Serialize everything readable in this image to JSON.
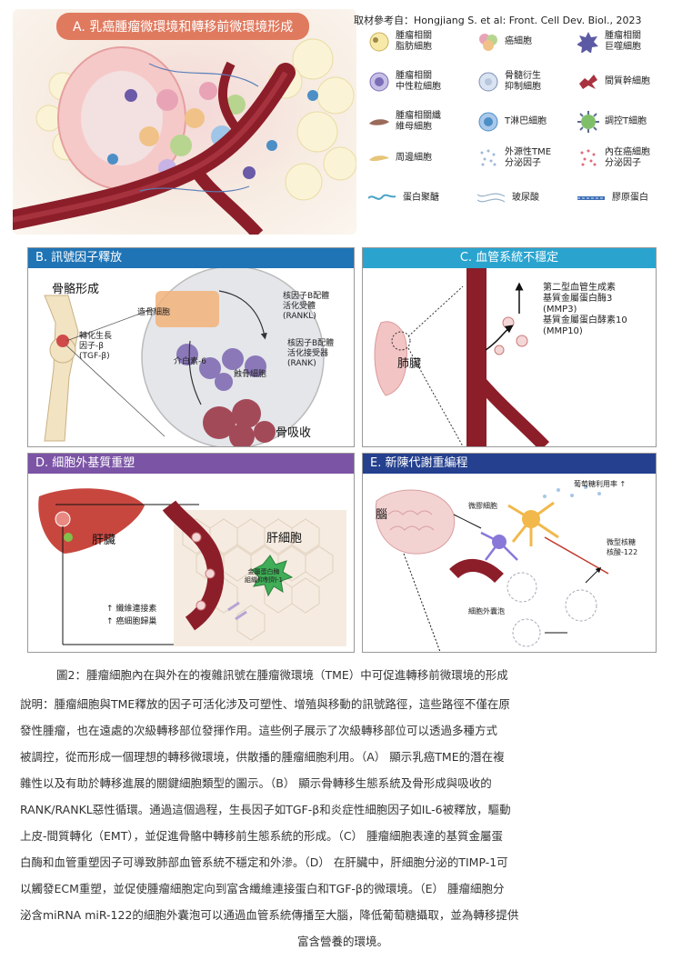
{
  "panelA": {
    "title": "A. 乳癌腫瘤微環境和轉移前微環境形成",
    "reference": "取材參考自：Hongjiang S. et al: Front. Cell Dev. Biol., 2023",
    "legend": [
      {
        "label": "腫瘤相關\n脂肪細胞",
        "icon": "adipocyte-icon"
      },
      {
        "label": "癌細胞",
        "icon": "cancer-cell-icon"
      },
      {
        "label": "腫瘤相關\n巨噬細胞",
        "icon": "macrophage-icon"
      },
      {
        "label": "腫瘤相關\n中性粒細胞",
        "icon": "neutrophil-icon"
      },
      {
        "label": "骨髓衍生\n抑制細胞",
        "icon": "mdsc-icon"
      },
      {
        "label": "間質幹細胞",
        "icon": "mesenchymal-stem-cell-icon"
      },
      {
        "label": "腫瘤相關纖\n維母細胞",
        "icon": "fibroblast-icon"
      },
      {
        "label": "T淋巴細胞",
        "icon": "t-cell-icon"
      },
      {
        "label": "調控T細胞",
        "icon": "treg-icon"
      },
      {
        "label": "周邊細胞",
        "icon": "pericyte-icon"
      },
      {
        "label": "外源性TME\n分泌因子",
        "icon": "exogenous-factor-icon"
      },
      {
        "label": "內在癌細胞\n分泌因子",
        "icon": "intrinsic-factor-icon"
      },
      {
        "label": "蛋白聚醣",
        "icon": "proteoglycan-icon"
      },
      {
        "label": "玻尿酸",
        "icon": "hyaluronic-acid-icon"
      },
      {
        "label": "膠原蛋白",
        "icon": "collagen-icon"
      }
    ]
  },
  "panelB": {
    "title": "B. 訊號因子釋放",
    "bone_formation": "骨骼形成",
    "bone_resorption": "骨吸收",
    "tgf": "轉化生長\n因子-β\n(TGF-β)",
    "osteoblast": "造骨細胞",
    "rankl": "核因子B配體\n活化受體\n(RANKL)",
    "rank": "核因子B配體\n活化接受器\n(RANK)",
    "il6": "介白素-6",
    "osteoclast": "蝕骨細胞"
  },
  "panelC": {
    "title": "C. 血管系統不穩定",
    "lung": "肺臟",
    "factors": "第二型血管生成素\n基質金屬蛋白酶3\n(MMP3)\n基質金屬蛋白酵素10\n(MMP10)"
  },
  "panelD": {
    "title": "D. 細胞外基質重塑",
    "liver": "肝臟",
    "hepatocyte": "肝細胞",
    "timp": "金屬蛋白酶\n組織抑制劑-1",
    "fibronectin": "纖維連接素",
    "nest": "癌細胞歸巢"
  },
  "panelE": {
    "title": "E. 新陳代謝重編程",
    "brain": "腦",
    "glucose": "葡萄糖利用率",
    "microglia": "微膠細胞",
    "mirna": "微型核糖\n核酸-122",
    "exosome": "細胞外囊泡"
  },
  "caption": {
    "figure": "圖2：腫瘤細胞內在與外在的複雜訊號在腫瘤微環境（TME）中可促進轉移前微環境的形成",
    "lines": [
      "說明：腫瘤細胞與TME釋放的因子可活化涉及可塑性、增殖與移動的訊號路徑，這些路徑不僅在原",
      "發性腫瘤，也在遠處的次級轉移部位發揮作用。這些例子展示了次級轉移部位可以透過多種方式",
      "被調控，從而形成一個理想的轉移微環境，供散播的腫瘤細胞利用。（A） 顯示乳癌TME的潛在複",
      "雜性以及有助於轉移進展的關鍵細胞類型的圖示。（B） 顯示骨轉移生態系統及骨形成與吸收的",
      "RANK/RANKL惡性循環。通過這個過程，生長因子如TGF-β和炎症性細胞因子如IL-6被釋放，驅動",
      "上皮-間質轉化（EMT），並促進骨骼中轉移前生態系統的形成。（C） 腫瘤細胞表達的基質金屬蛋",
      "白酶和血管重塑因子可導致肺部血管系統不穩定和外滲。（D） 在肝臟中，肝細胞分泌的TIMP-1可",
      "以觸發ECM重塑，並促使腫瘤細胞定向到富含纖維連接蛋白和TGF-β的微環境。（E） 腫瘤細胞分",
      "泌含miRNA miR-122的細胞外囊泡可以通過血管系統傳播至大腦，降低葡萄糖攝取，並為轉移提供",
      "富含營養的環境。"
    ]
  },
  "colors": {
    "panelA_tag": "#e07a5f",
    "panelB_head": "#1f74b5",
    "panelC_head": "#2aa4cf",
    "panelD_head": "#7b54a6",
    "panelE_head": "#24408e",
    "vessel": "#8c1e2a"
  }
}
